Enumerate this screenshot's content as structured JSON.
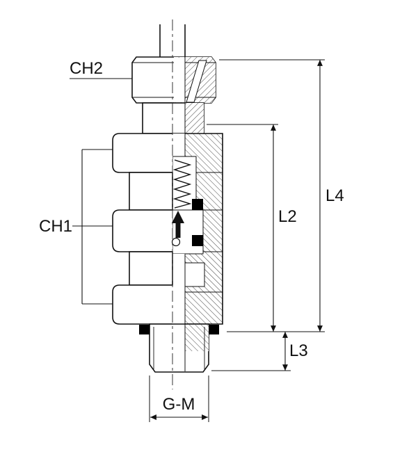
{
  "figure": {
    "labels": {
      "ch2": "CH2",
      "ch1": "CH1",
      "l2": "L2",
      "l3": "L3",
      "l4": "L4",
      "gm": "G-M"
    },
    "colors": {
      "background": "#ffffff",
      "line": "#111111",
      "seal": "#000000",
      "hatch": "#444444"
    }
  }
}
